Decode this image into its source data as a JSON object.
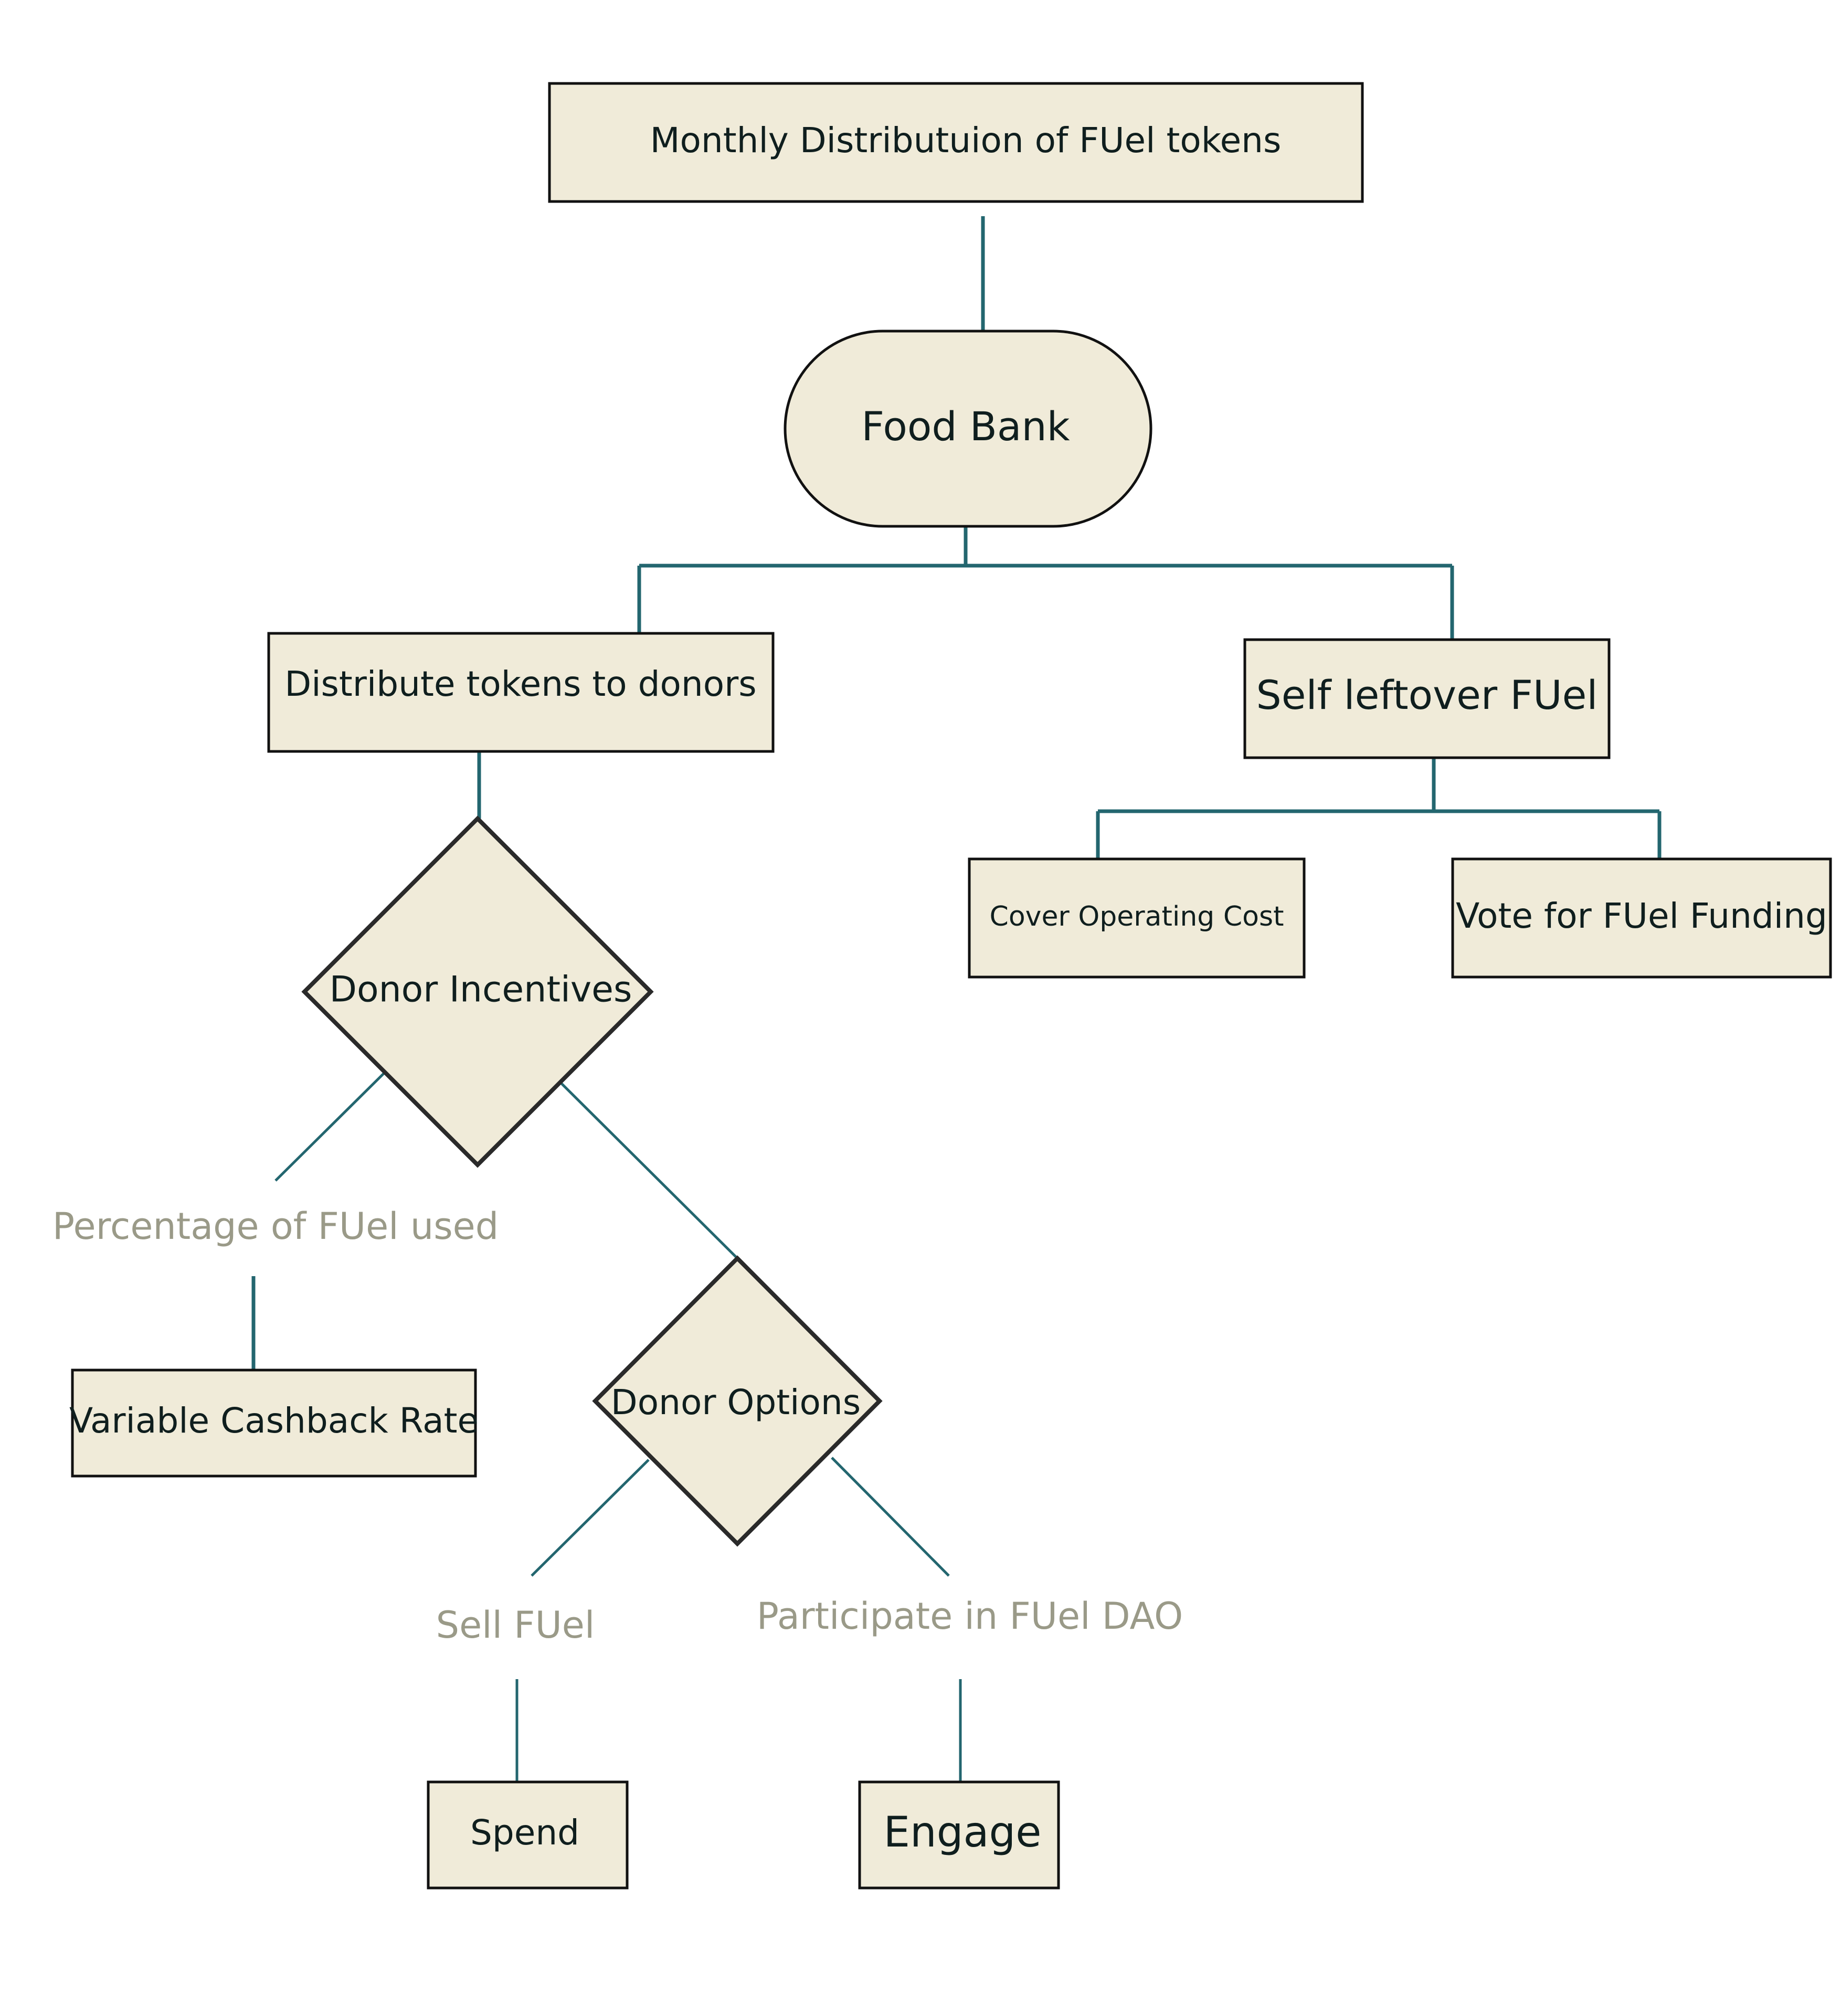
{
  "colors": {
    "node_fill": "#f0ebd9",
    "node_border": "#111111",
    "connector": "#23666f",
    "edge_label_text": "#9a9a88",
    "node_text": "#0f1e1e"
  },
  "nodes": {
    "monthly_distribution": "Monthly Distributuion of FUel tokens",
    "food_bank": "Food Bank",
    "distribute_tokens": "Distribute tokens to donors",
    "self_leftover": "Self leftover FUel",
    "cover_operating_cost": "Cover Operating Cost",
    "vote_for_funding": "Vote for FUel Funding",
    "donor_incentives": "Donor Incentives",
    "variable_cashback_rate": "Variable Cashback Rate",
    "donor_options": "Donor Options",
    "spend": "Spend",
    "engage": "Engage"
  },
  "edge_labels": {
    "percentage_used": "Percentage of FUel used",
    "sell_fuel": "Sell FUel",
    "participate_dao": "Participate in FUel DAO"
  }
}
